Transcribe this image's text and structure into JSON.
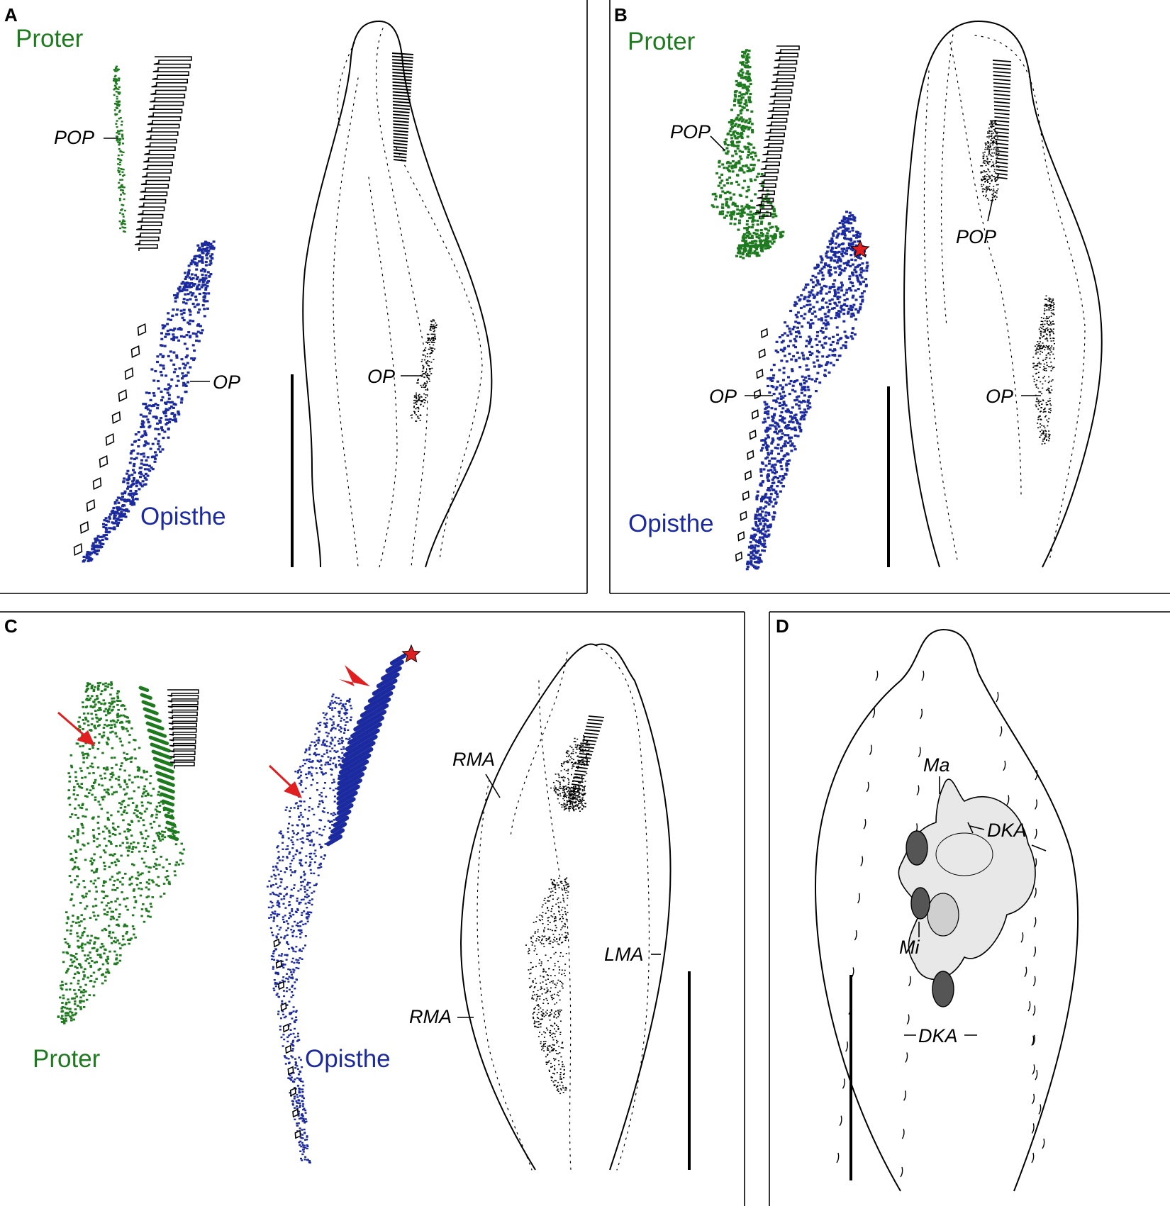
{
  "colors": {
    "proter": "#1e7a1e",
    "opisthe": "#1c2aa0",
    "marker": "#e02020",
    "line": "#000000"
  },
  "panels": {
    "A": {
      "letter": "A",
      "proter": "Proter",
      "opisthe": "Opisthe",
      "pop": "POP",
      "op_left": "OP",
      "op_right": "OP"
    },
    "B": {
      "letter": "B",
      "proter": "Proter",
      "opisthe": "Opisthe",
      "pop_left": "POP",
      "pop_right": "POP",
      "op_left": "OP",
      "op_right": "OP"
    },
    "C": {
      "letter": "C",
      "proter": "Proter",
      "opisthe": "Opisthe",
      "rma_top": "RMA",
      "rma_bottom": "RMA",
      "lma": "LMA"
    },
    "D": {
      "letter": "D",
      "ma": "Ma",
      "mi": "Mi",
      "dka_top": "DKA",
      "dka_bottom": "DKA"
    }
  }
}
